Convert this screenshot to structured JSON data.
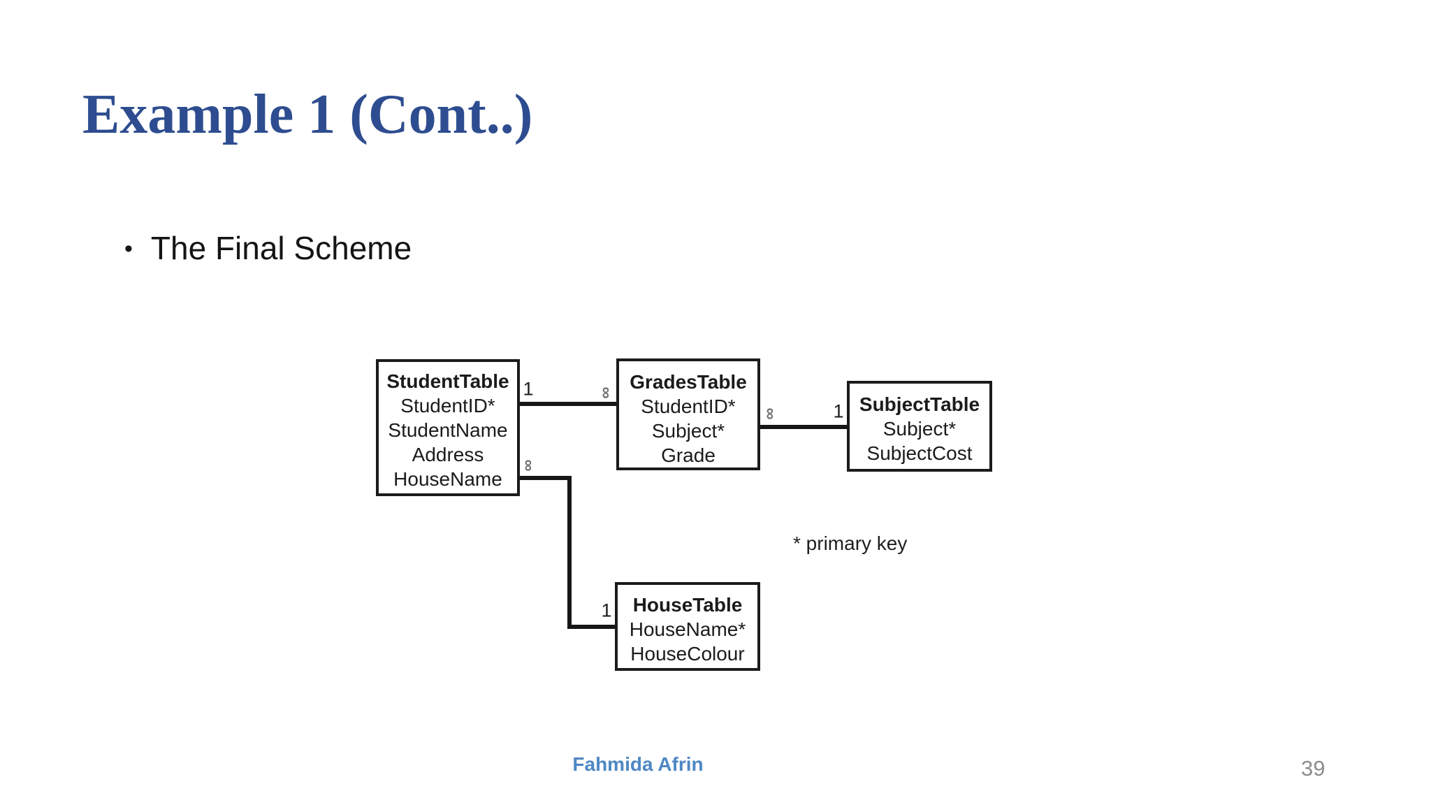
{
  "slide": {
    "title": "Example 1 (Cont..)",
    "bullet_glyph": "•",
    "bullet_text": "The Final Scheme",
    "footer": "Fahmida Afrin",
    "page_number": "39"
  },
  "diagram": {
    "note": "* primary key",
    "tables": [
      {
        "title": "StudentTable",
        "fields": [
          "StudentID*",
          "StudentName",
          "Address",
          "HouseName"
        ]
      },
      {
        "title": "GradesTable",
        "fields": [
          "StudentID*",
          "Subject*",
          "Grade"
        ]
      },
      {
        "title": "SubjectTable",
        "fields": [
          "Subject*",
          "SubjectCost"
        ]
      },
      {
        "title": "HouseTable",
        "fields": [
          "HouseName*",
          "HouseColour"
        ]
      }
    ],
    "relationships": [
      {
        "from": "StudentTable",
        "to": "GradesTable",
        "from_card": "1",
        "to_card": "∞"
      },
      {
        "from": "GradesTable",
        "to": "SubjectTable",
        "from_card": "∞",
        "to_card": "1"
      },
      {
        "from": "StudentTable",
        "to": "HouseTable",
        "from_card": "∞",
        "to_card": "1"
      }
    ]
  },
  "colors": {
    "title_blue": "#2e4d90",
    "footer_blue": "#4e87c4",
    "page_gray": "#8c8c8c",
    "ink": "#1a1a1a"
  }
}
